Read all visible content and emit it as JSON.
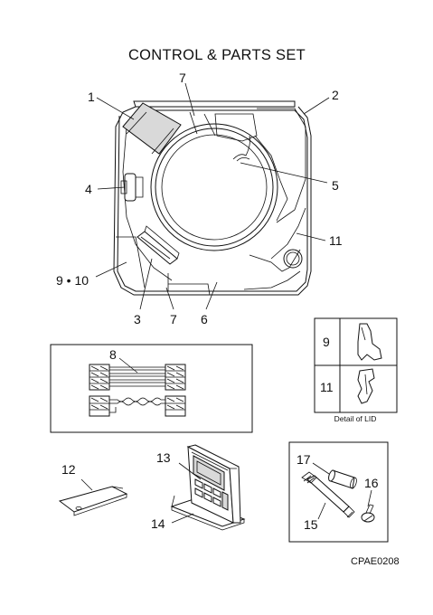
{
  "title": "CONTROL & PARTS SET",
  "labels": {
    "p1": "1",
    "p2": "2",
    "p3": "3",
    "p4": "4",
    "p5": "5",
    "p6": "6",
    "p7a": "7",
    "p7b": "7",
    "p8": "8",
    "p9_10": "9 • 10",
    "p11": "11",
    "p12": "12",
    "p13": "13",
    "p14": "14",
    "p15": "15",
    "p16": "16",
    "p17": "17"
  },
  "lid_detail": {
    "row1": "9",
    "row2": "11",
    "caption": "Detail of LID"
  },
  "code": "CPAE0208"
}
